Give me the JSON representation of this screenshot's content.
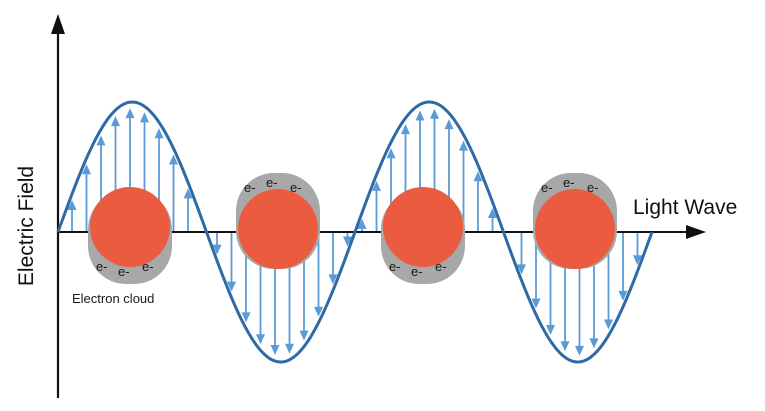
{
  "labels": {
    "y_axis": "Electric Field",
    "x_axis": "Light Wave",
    "electron_cloud": "Electron cloud",
    "electron": "e-"
  },
  "colors": {
    "wave": "#2e6aa6",
    "field_arrow": "#5b9bd5",
    "atom": "#ea5b3f",
    "cloud": "#a8a8a8",
    "axis": "#111111"
  },
  "atoms": [
    {
      "cloud_side": "bottom"
    },
    {
      "cloud_side": "top"
    },
    {
      "cloud_side": "bottom"
    },
    {
      "cloud_side": "top"
    }
  ]
}
